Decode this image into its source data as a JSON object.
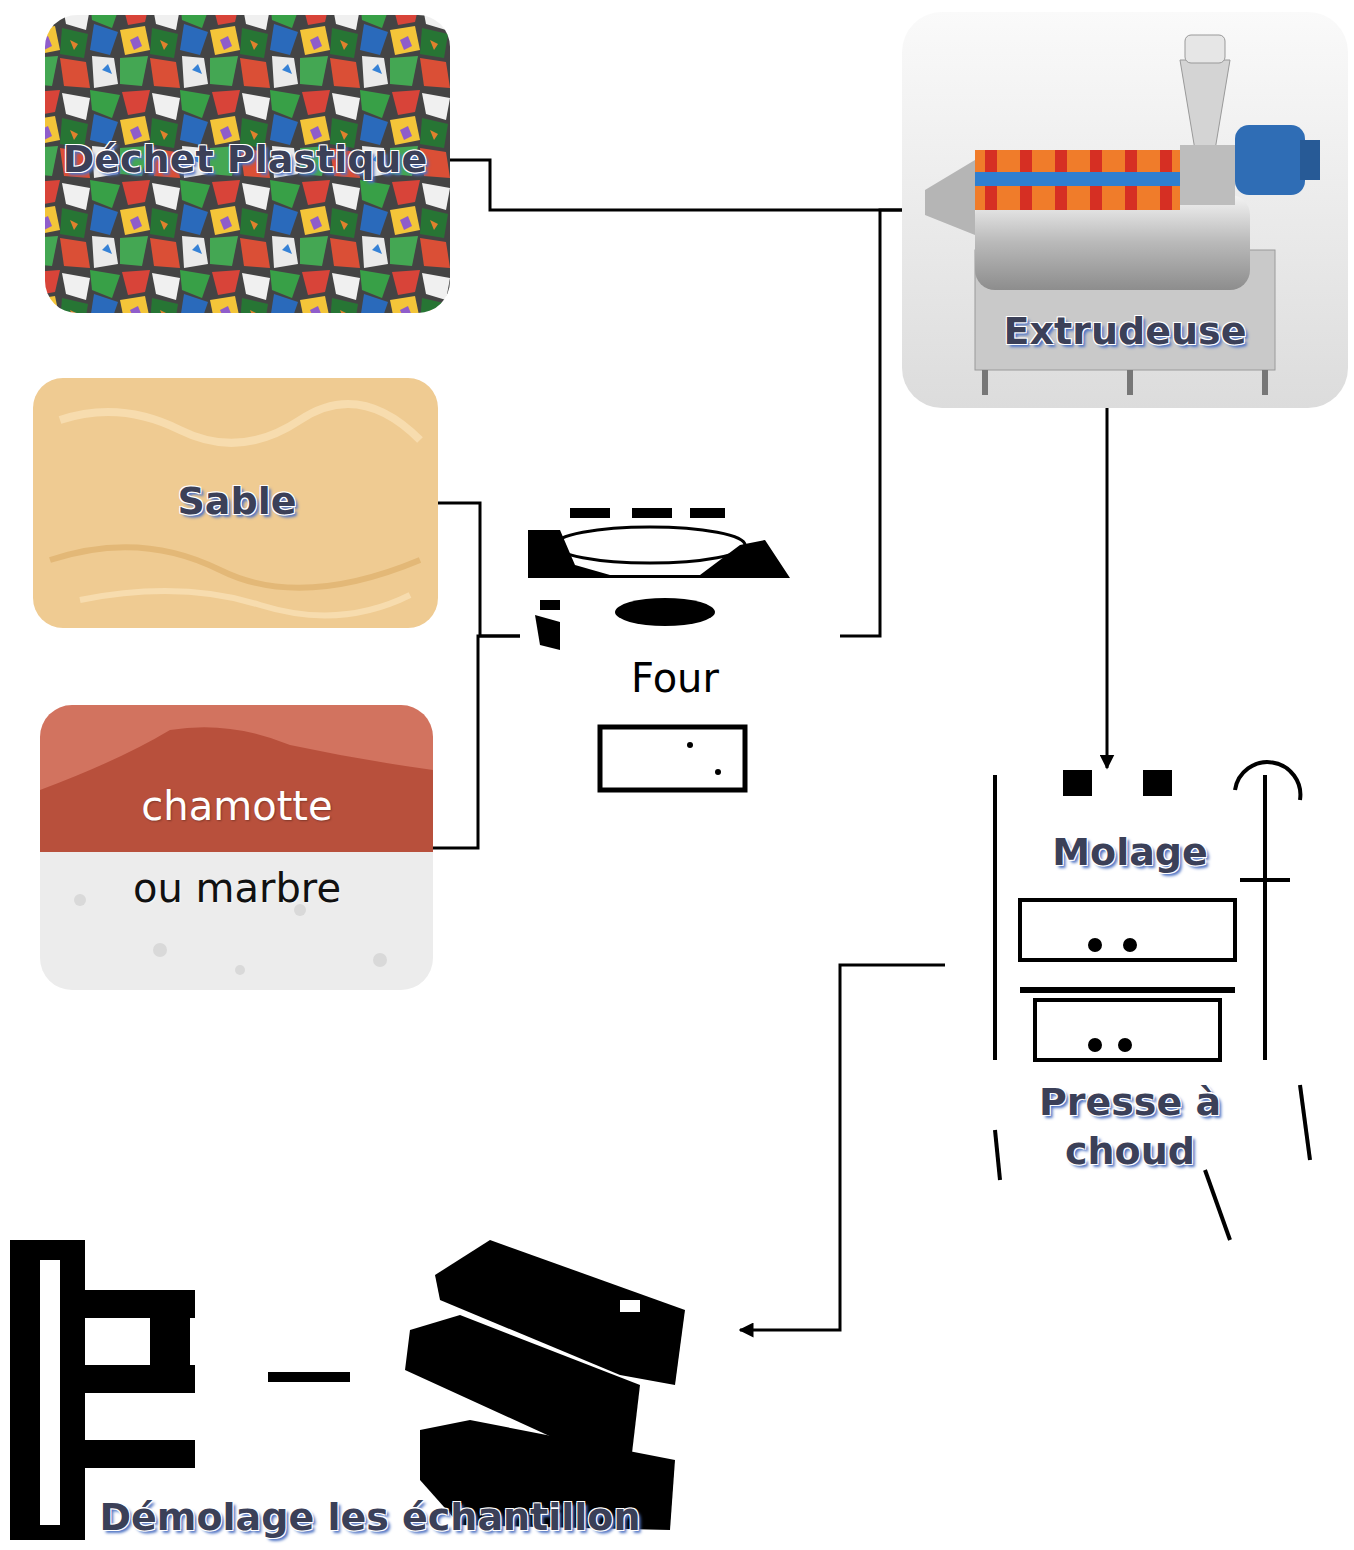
{
  "diagram": {
    "nodes": [
      {
        "text": [
          "Déchet Plastique"
        ]
      },
      {
        "text": [
          "Extrudeuse"
        ]
      },
      {
        "text": [
          "Sable"
        ]
      },
      {
        "text": [
          "Four"
        ]
      },
      {
        "text": [
          "chamotte",
          "ou marbre"
        ]
      },
      {
        "text": [
          "Molage",
          "Presse à choud"
        ]
      },
      {
        "text": [
          "Démolage les échantillon"
        ]
      }
    ],
    "edges": [
      {
        "from": 0,
        "to": 1,
        "arrow": "none"
      },
      {
        "from": 3,
        "to": 1,
        "arrow": "none"
      },
      {
        "from": 2,
        "to": 3,
        "arrow": "none"
      },
      {
        "from": 4,
        "to": 3,
        "arrow": "none"
      },
      {
        "from": 1,
        "to": 5,
        "arrow": "to"
      },
      {
        "from": 5,
        "to": 6,
        "arrow": "to"
      }
    ]
  }
}
